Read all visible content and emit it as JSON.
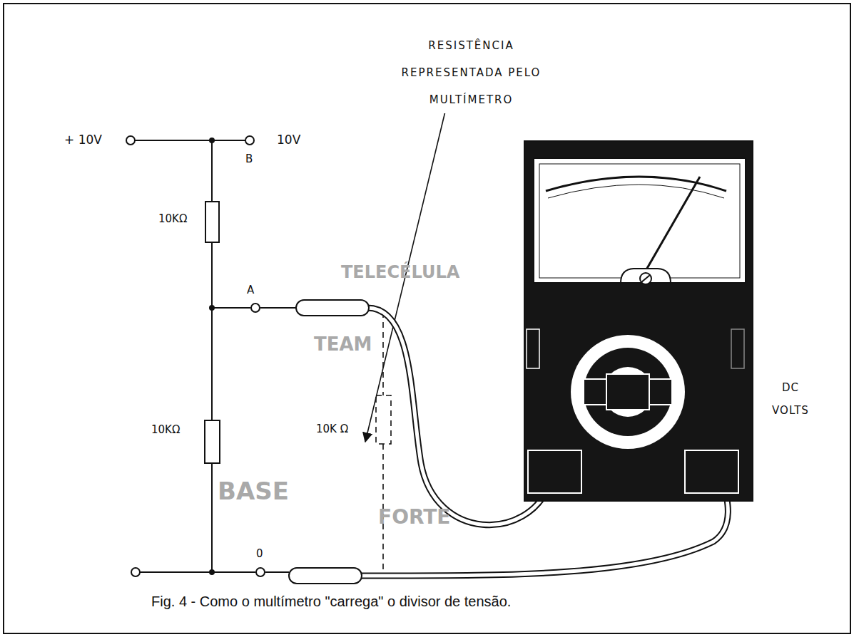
{
  "diagram": {
    "caption": "Fig. 4 - Como o multímetro \"carrega\" o divisor de tensão.",
    "labels": [
      "RESISTÊNCIA REPRESENTADA PELO MULTÍMETRO",
      "+ 10V",
      "10V",
      "B",
      "10KΩ",
      "A",
      "10KΩ",
      "10K Ω",
      "0",
      "DC VOLTS",
      "TELECÉLULA",
      "TEAM",
      "BASE",
      "FORTE"
    ]
  }
}
